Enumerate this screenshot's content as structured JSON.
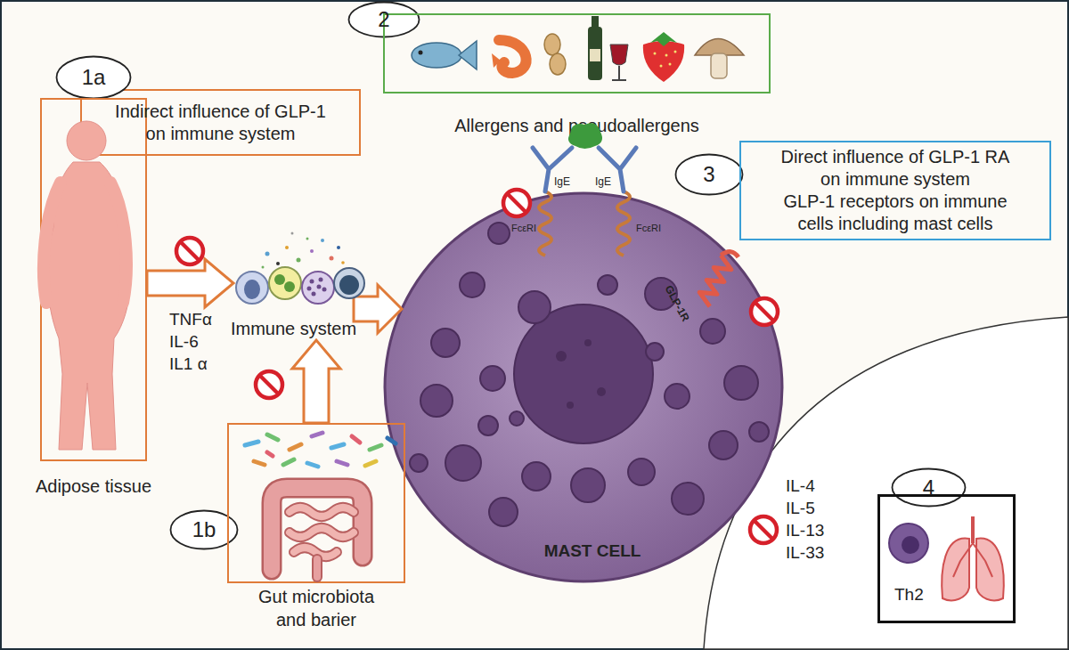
{
  "diagram": {
    "nodes": [
      {
        "text": [
          "Indirect influence of GLP-1 on immune system"
        ]
      },
      {
        "text": [
          "1a"
        ]
      },
      {
        "text": [
          "Adipose tissue"
        ]
      },
      {
        "text": [
          "2"
        ]
      },
      {
        "text": [
          "Allergens and pseudoallergens"
        ]
      },
      {
        "text": [
          "Immune system"
        ]
      },
      {
        "text": [
          "3"
        ]
      },
      {
        "text": [
          "Direct influence of GLP-1 RA on immune system",
          "GLP-1 receptors on immune cells including mast cells"
        ]
      },
      {
        "text": [
          "MAST CELL"
        ]
      },
      {
        "text": [
          "1b"
        ]
      },
      {
        "text": [
          "Gut microbiota and barier"
        ]
      },
      {
        "text": [
          "4"
        ]
      },
      {
        "text": [
          "Th2"
        ]
      }
    ],
    "edges": [
      {
        "from": 2,
        "to": 5,
        "arrow": "to"
      },
      {
        "from": 10,
        "to": 5,
        "arrow": "to"
      },
      {
        "from": 5,
        "to": 8,
        "arrow": "to"
      }
    ],
    "labels": [
      "TNFα",
      "IL-6",
      "IL1 α",
      "IgE",
      "IgE",
      "FcεRI",
      "FcεRI",
      "GLP-1R",
      "IL-4",
      "IL-5",
      "IL-13",
      "IL-33"
    ]
  }
}
